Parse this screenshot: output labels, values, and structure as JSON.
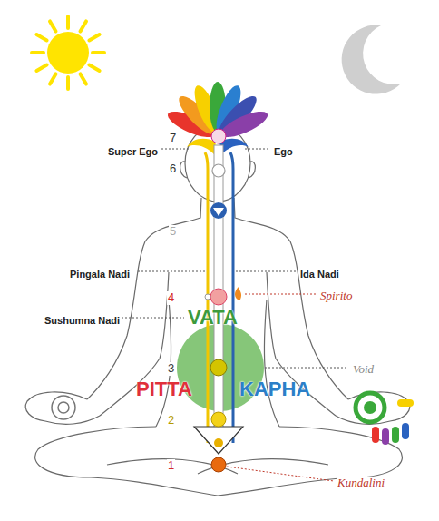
{
  "diagram": {
    "labels": [
      "7",
      "Super Ego",
      "Ego",
      "6",
      "5",
      "Pingala Nadi",
      "Ida Nadi",
      "4",
      "Spirito",
      "Sushumna Nadi",
      "VATA",
      "3",
      "Void",
      "PITTA",
      "KAPHA",
      "2",
      "1",
      "Kundalini"
    ]
  }
}
